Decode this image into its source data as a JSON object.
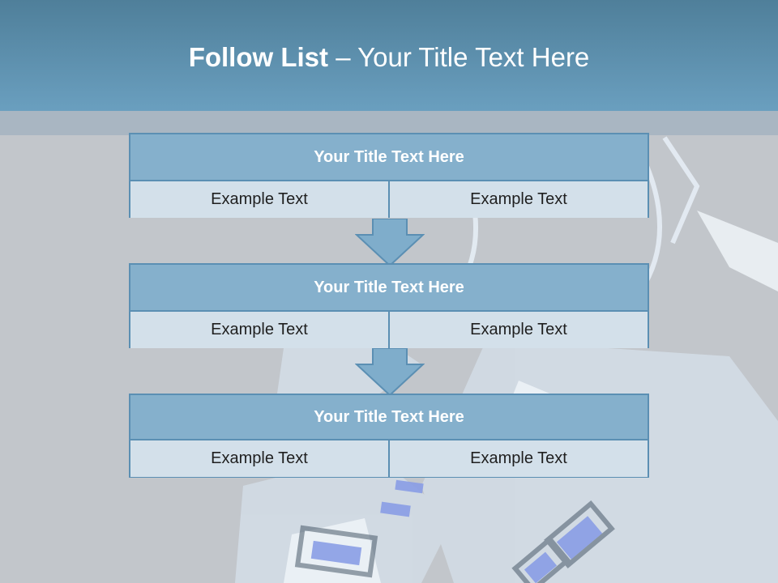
{
  "header": {
    "title_bold": "Follow List",
    "title_rest": " – Your Title Text Here"
  },
  "blocks": [
    {
      "title": "Your Title Text Here",
      "cells": [
        "Example Text",
        "Example Text"
      ]
    },
    {
      "title": "Your Title Text Here",
      "cells": [
        "Example Text",
        "Example Text"
      ]
    },
    {
      "title": "Your Title Text Here",
      "cells": [
        "Example Text",
        "Example Text"
      ]
    }
  ],
  "colors": {
    "header": "#6a9fbf",
    "block_title": "#85b0cc",
    "cell": "#d3e0ea",
    "border": "#5b8fb3"
  }
}
